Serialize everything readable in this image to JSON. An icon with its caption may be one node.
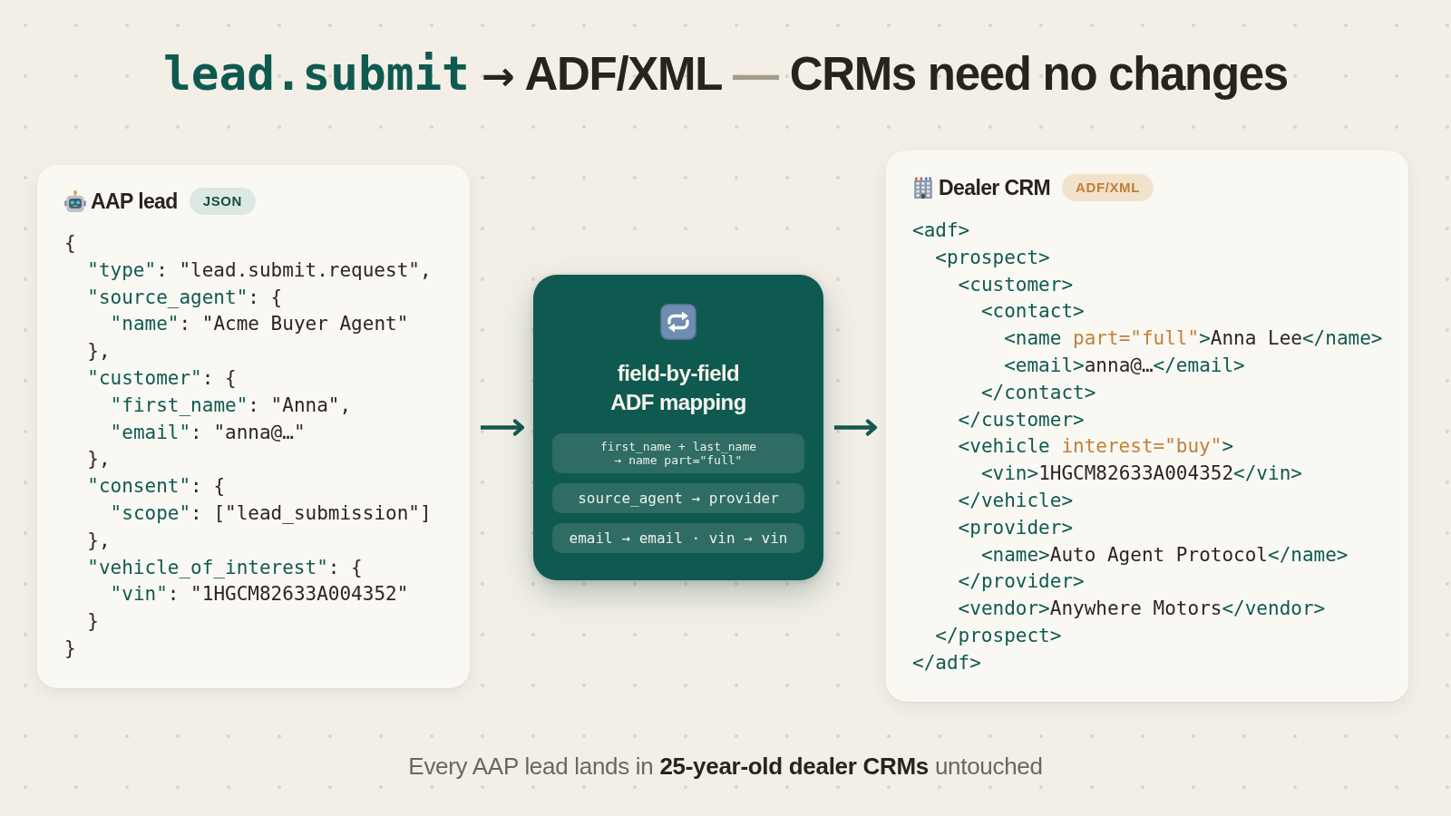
{
  "diagram": {
    "title": "lead.submit → ADF/XML — CRMs need no changes",
    "caption": "Every AAP lead lands in **25-year-old dealer CRMs** untouched",
    "nodes": [
      {
        "text": [
          "AAP lead",
          "{",
          "\"type\": \"lead.submit.request\",",
          "\"source_agent\": {",
          "\"name\": \"Acme Buyer Agent\"",
          "},",
          "\"customer\": {",
          "\"first_name\": \"Anna\",",
          "\"email\": \"anna@…\"",
          "},",
          "\"consent\": {",
          "\"scope\": [\"lead_submission\"]",
          "},",
          "\"vehicle_of_interest\": {",
          "\"vin\": \"1HGCM82633A004352\"",
          "}",
          "}"
        ]
      },
      {
        "text": [
          "JSON"
        ],
        "in": 0
      },
      {
        "text": [
          "field-by-field ADF mapping"
        ]
      },
      {
        "text": [
          "first_name + last_name → name part=\"full\""
        ],
        "in": 2
      },
      {
        "text": [
          "source_agent → provider"
        ],
        "in": 2
      },
      {
        "text": [
          "email → email · vin → vin"
        ],
        "in": 2
      },
      {
        "text": [
          "Dealer CRM",
          "<adf>",
          "<prospect>",
          "<customer>",
          "<contact>",
          "<name part=\"full\">Anna Lee</name>",
          "<email>anna@…</email>",
          "</contact>",
          "</customer>",
          "<vehicle interest=\"buy\">",
          "<vin>1HGCM82633A004352</vin>",
          "</vehicle>",
          "<provider>",
          "<name>Auto Agent Protocol</name>",
          "</provider>",
          "<vendor>Anywhere Motors</vendor>",
          "</prospect>",
          "</adf>"
        ]
      },
      {
        "text": [
          "ADF/XML"
        ],
        "in": 6
      }
    ],
    "edges": [
      {
        "from": 0,
        "to": 2,
        "arrow": "to"
      },
      {
        "from": 2,
        "to": 6,
        "arrow": "to"
      }
    ]
  }
}
